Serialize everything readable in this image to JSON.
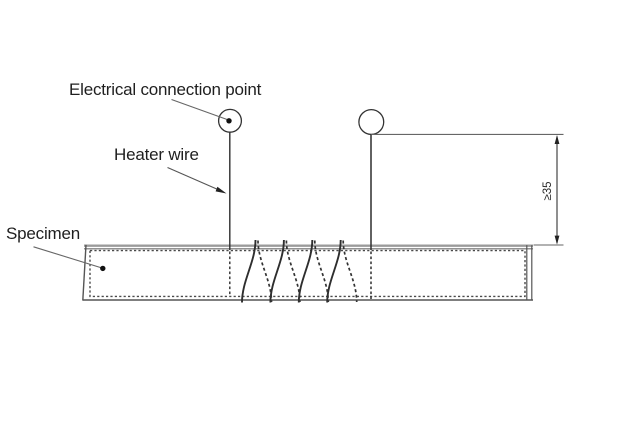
{
  "diagram": {
    "labels": {
      "electrical_connection_point": "Electrical connection point",
      "heater_wire": "Heater wire",
      "specimen": "Specimen"
    },
    "dimension": {
      "value": "≥35"
    },
    "colors": {
      "background": "#ffffff",
      "outline": "#555555",
      "wire": "#2e2e2e",
      "text": "#1f1f1f"
    }
  }
}
